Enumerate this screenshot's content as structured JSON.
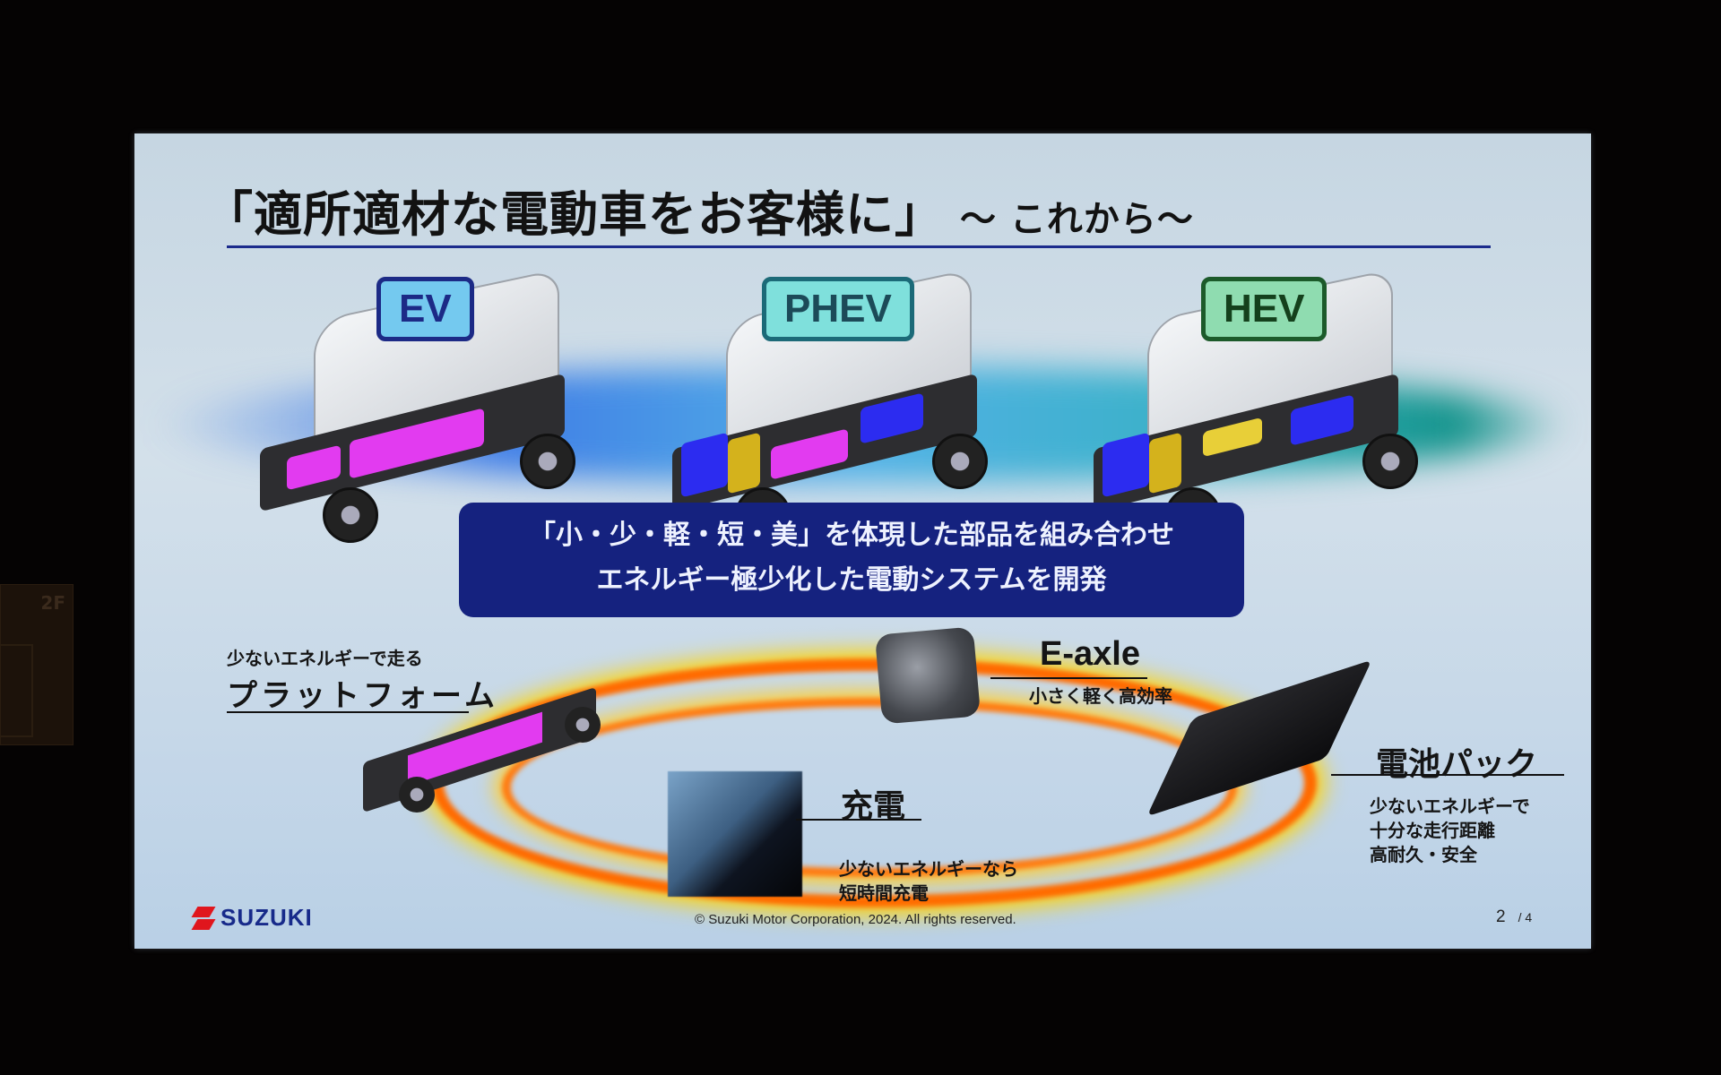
{
  "environment": {
    "wall_sign": {
      "floor_label": "2F"
    }
  },
  "slide": {
    "title": "「適所適材な電動車をお客様に」",
    "title_suffix": "～ これから～",
    "colors": {
      "background": "#c6d6e2",
      "title_rule": "#1b2b8c",
      "message_box": "#15227f",
      "ring_outer": "#ff6a00",
      "ring_glow": "#ffd400",
      "battery_highlight": "#e23bf0",
      "motor_highlight": "#2c2cf0",
      "engine_highlight": "#d4b21c"
    },
    "vehicles": [
      {
        "label": "EV",
        "badge_bg": "#74c9ef",
        "badge_border": "#1c2a86",
        "badge_text": "#1c2a86",
        "components": [
          "battery-pack"
        ]
      },
      {
        "label": "PHEV",
        "badge_bg": "#7fe0dc",
        "badge_border": "#1c6a78",
        "badge_text": "#1c4a58",
        "components": [
          "engine",
          "motor",
          "battery-pack",
          "fuel-tank"
        ]
      },
      {
        "label": "HEV",
        "badge_bg": "#8fdcb0",
        "badge_border": "#1c5a2a",
        "badge_text": "#14401c",
        "components": [
          "engine",
          "motor",
          "battery",
          "fuel-tank"
        ]
      }
    ],
    "message": {
      "line1": "「小・少・軽・短・美」を体現した部品を組み合わせ",
      "line2": "エネルギー極少化した電動システムを開発"
    },
    "components": {
      "platform": {
        "caption": "少ないエネルギーで走る",
        "title": "プラットフォーム"
      },
      "eaxle": {
        "title": "E-axle",
        "caption": "小さく軽く高効率"
      },
      "battery": {
        "title": "電池パック",
        "caption_lines": [
          "少ないエネルギーで",
          "十分な走行距離",
          "高耐久・安全"
        ]
      },
      "charging": {
        "title": "充電",
        "caption_lines": [
          "少ないエネルギーなら",
          "短時間充電"
        ]
      }
    },
    "footer": {
      "brand": "SUZUKI",
      "copyright": "© Suzuki Motor Corporation, 2024. All rights reserved.",
      "page_current": "2",
      "page_total": "/ 4"
    }
  }
}
